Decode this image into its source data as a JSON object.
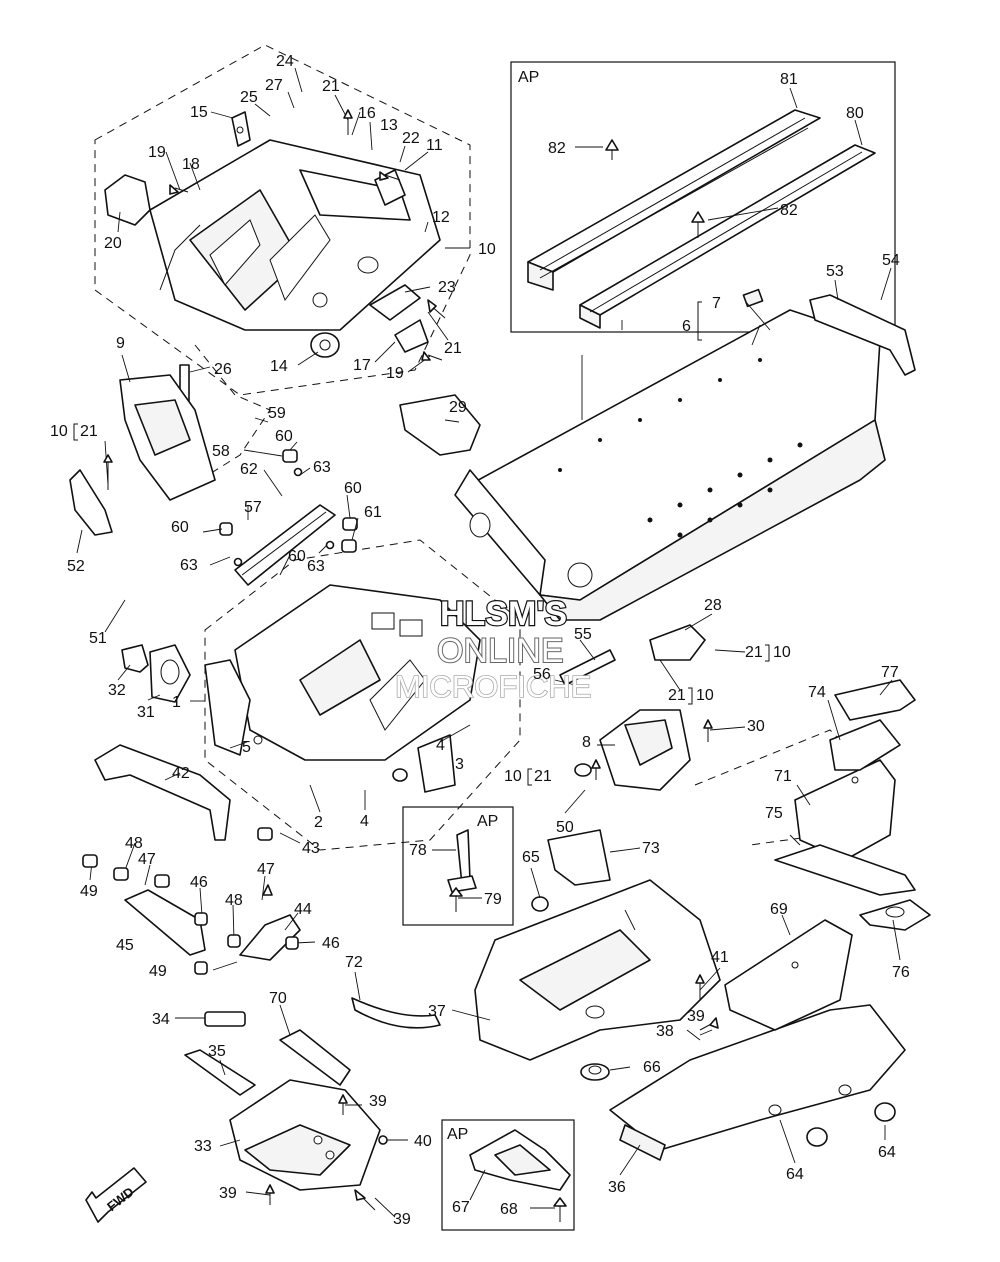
{
  "watermark": {
    "line1": "HLSM'S",
    "line2": "ONLINE",
    "line3": "MICROFICHE"
  },
  "boxes": {
    "ap_top": "AP",
    "ap_mid": "AP",
    "ap_bottom": "AP"
  },
  "fwd_badge": "FWD",
  "callouts": {
    "c1": "1",
    "c2": "2",
    "c3": "3",
    "c4a": "4",
    "c4b": "4",
    "c5": "5",
    "c6": "6",
    "c7": "7",
    "c8": "8",
    "c9": "9",
    "c10": "10",
    "c10_21_a": "10",
    "c10_21_a_sub": "21",
    "c10_21_b": "10",
    "c10_21_b_sub": "21",
    "c21_10_a": "21",
    "c21_10_a_sub": "10",
    "c21_10_b": "21",
    "c21_10_b_sub": "10",
    "c11": "11",
    "c12": "12",
    "c13": "13",
    "c14": "14",
    "c15": "15",
    "c16": "16",
    "c17": "17",
    "c18": "18",
    "c19a": "19",
    "c19b": "19",
    "c20": "20",
    "c21a": "21",
    "c21b": "21",
    "c22": "22",
    "c23": "23",
    "c24": "24",
    "c25": "25",
    "c26": "26",
    "c27": "27",
    "c28": "28",
    "c29": "29",
    "c30": "30",
    "c31": "31",
    "c32": "32",
    "c33": "33",
    "c34": "34",
    "c35": "35",
    "c36": "36",
    "c37": "37",
    "c38": "38",
    "c39a": "39",
    "c39b": "39",
    "c39c": "39",
    "c39d": "39",
    "c40": "40",
    "c41": "41",
    "c42": "42",
    "c43": "43",
    "c44": "44",
    "c45": "45",
    "c46a": "46",
    "c46b": "46",
    "c47a": "47",
    "c47b": "47",
    "c48a": "48",
    "c48b": "48",
    "c49a": "49",
    "c49b": "49",
    "c50": "50",
    "c51": "51",
    "c52": "52",
    "c53": "53",
    "c54": "54",
    "c55": "55",
    "c56": "56",
    "c57": "57",
    "c58": "58",
    "c59": "59",
    "c60a": "60",
    "c60b": "60",
    "c60c": "60",
    "c60d": "60",
    "c61": "61",
    "c62": "62",
    "c63a": "63",
    "c63b": "63",
    "c63c": "63",
    "c64a": "64",
    "c64b": "64",
    "c65": "65",
    "c66": "66",
    "c67": "67",
    "c68": "68",
    "c69": "69",
    "c70": "70",
    "c71": "71",
    "c72": "72",
    "c73": "73",
    "c74": "74",
    "c75": "75",
    "c76": "76",
    "c77": "77",
    "c78": "78",
    "c79": "79",
    "c80": "80",
    "c81": "81",
    "c82a": "82",
    "c82b": "82"
  }
}
